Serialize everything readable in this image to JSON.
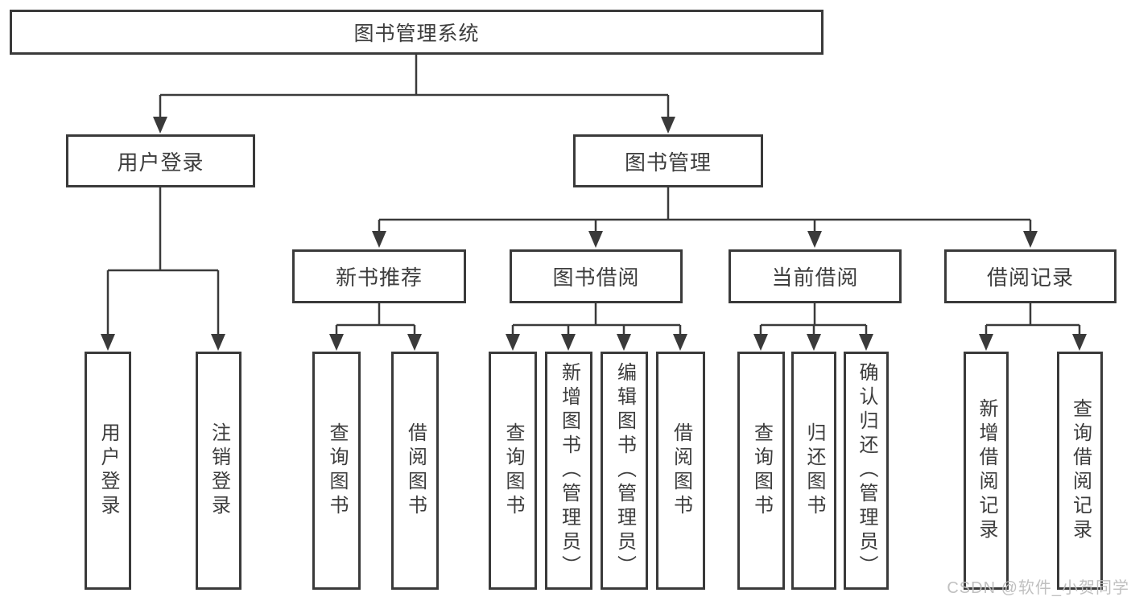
{
  "tree": {
    "root": "图书管理系统",
    "children": [
      {
        "label": "用户登录",
        "children": [
          "用户登录",
          "注销登录"
        ]
      },
      {
        "label": "图书管理",
        "children": [
          {
            "label": "新书推荐",
            "children": [
              "查询图书",
              "借阅图书"
            ]
          },
          {
            "label": "图书借阅",
            "children": [
              "查询图书",
              "新增图书（管理员）",
              "编辑图书（管理员）",
              "借阅图书"
            ]
          },
          {
            "label": "当前借阅",
            "children": [
              "查询图书",
              "归还图书",
              "确认归还（管理员）"
            ]
          },
          {
            "label": "借阅记录",
            "children": [
              "新增借阅记录",
              "查询借阅记录"
            ]
          }
        ]
      }
    ]
  },
  "watermark": {
    "text": "CSDN @软件_小贺同学"
  },
  "palette": {
    "line": "#3a3a3a",
    "box_border": "#3a3a3a",
    "text": "#3d3d3d",
    "background": "#ffffff",
    "watermark_text": "#bdbdbd"
  }
}
